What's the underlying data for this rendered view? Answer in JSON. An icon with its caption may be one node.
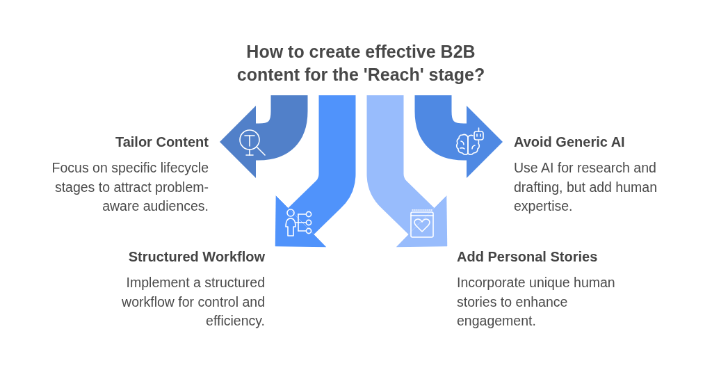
{
  "diagram": {
    "title": "How to create effective B2B content for the 'Reach' stage?",
    "nodes": [
      {
        "text": [
          "Tailor Content",
          "Focus on specific lifecycle stages to attract problem-aware audiences."
        ]
      },
      {
        "text": [
          "Avoid Generic AI",
          "Use AI for research and drafting, but add human expertise."
        ]
      },
      {
        "text": [
          "Structured Workflow",
          "Implement a structured workflow for control and efficiency."
        ]
      },
      {
        "text": [
          "Add Personal Stories",
          "Incorporate unique human stories to enhance engagement."
        ]
      }
    ],
    "edges": [
      {
        "from": null,
        "to": 0,
        "arrow": "to",
        "color": "#5180c9"
      },
      {
        "from": null,
        "to": 2,
        "arrow": "to",
        "color": "#5093fb"
      },
      {
        "from": null,
        "to": 3,
        "arrow": "to",
        "color": "#98bcfc"
      },
      {
        "from": null,
        "to": 1,
        "arrow": "to",
        "color": "#4f89e3"
      }
    ]
  }
}
